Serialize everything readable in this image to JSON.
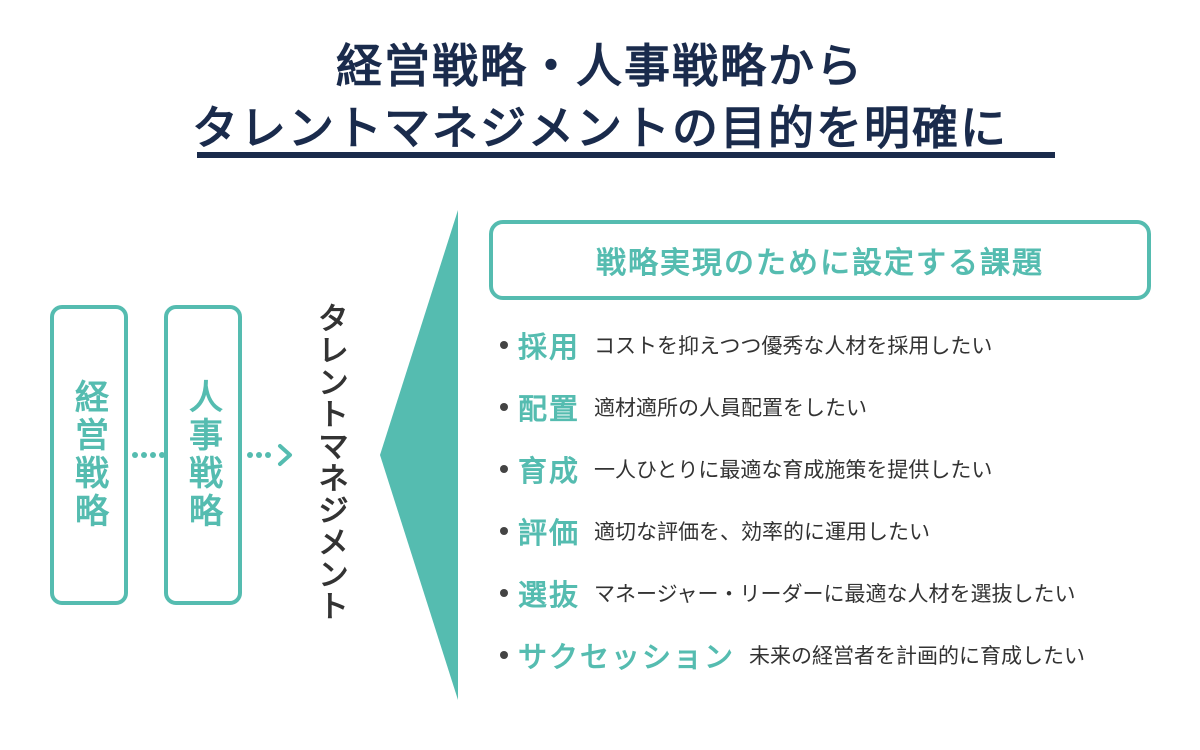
{
  "title": {
    "line1": "経営戦略・人事戦略から",
    "line2": "タレントマネジメントの目的を明確に"
  },
  "strategy_boxes": [
    {
      "label": "経営戦略"
    },
    {
      "label": "人事戦略"
    }
  ],
  "talent_management_label": "タレントマネジメント",
  "issues_header": "戦略実現のために設定する課題",
  "issues": [
    {
      "keyword": "採用",
      "description": "コストを抑えつつ優秀な人材を採用したい"
    },
    {
      "keyword": "配置",
      "description": "適材適所の人員配置をしたい"
    },
    {
      "keyword": "育成",
      "description": "一人ひとりに最適な育成施策を提供したい"
    },
    {
      "keyword": "評価",
      "description": "適切な評価を、効率的に運用したい"
    },
    {
      "keyword": "選抜",
      "description": "マネージャー・リーダーに最適な人材を選抜したい"
    },
    {
      "keyword": "サクセッション",
      "description": "未来の経営者を計画的に育成したい"
    }
  ],
  "colors": {
    "title": "#1a2b4c",
    "accent": "#55bcb0",
    "text": "#333333"
  },
  "icons": [
    "dotted-connector",
    "dotted-arrow-icon",
    "bullet-icon"
  ]
}
